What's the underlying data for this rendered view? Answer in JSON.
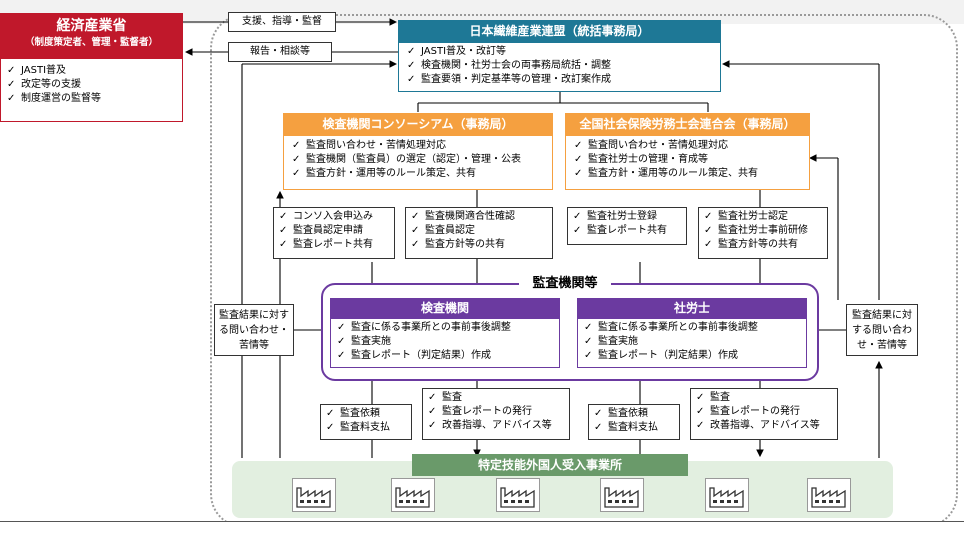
{
  "meti": {
    "title": "経済産業省",
    "subtitle": "（制度策定者、管理・監督者）",
    "items": [
      "JASTI普及",
      "改定等の支援",
      "制度運営の監督等"
    ]
  },
  "flow_labels": {
    "support": "支援、指導・監督",
    "report": "報告・相談等"
  },
  "nihon": {
    "title": "日本繊維産業連盟（統括事務局）",
    "items": [
      "JASTI普及・改訂等",
      "検査機関・社労士会の両事務局統括・調整",
      "監査要領・判定基準等の管理・改訂案作成"
    ]
  },
  "consortium": {
    "title": "検査機関コンソーシアム（事務局）",
    "items": [
      "監査問い合わせ・苦情処理対応",
      "監査機関（監査員）の選定（認定）・管理・公表",
      "監査方針・運用等のルール策定、共有"
    ]
  },
  "sharoushi_kai": {
    "title": "全国社会保険労務士会連合会（事務局）",
    "items": [
      "監査問い合わせ・苦情処理対応",
      "監査社労士の管理・育成等",
      "監査方針・運用等のルール策定、共有"
    ]
  },
  "mid_boxes": {
    "a": [
      "コンソ入会申込み",
      "監査員認定申請",
      "監査レポート共有"
    ],
    "b": [
      "監査機関適合性確認",
      "監査員認定",
      "監査方針等の共有"
    ],
    "c": [
      "監査社労士登録",
      "監査レポート共有"
    ],
    "d": [
      "監査社労士認定",
      "監査社労士事前研修",
      "監査方針等の共有"
    ]
  },
  "kansa_group_title": "監査機関等",
  "inspection": {
    "title": "検査機関",
    "items": [
      "監査に係る事業所との事前事後調整",
      "監査実施",
      "監査レポート（判定結果）作成"
    ]
  },
  "sharoushi": {
    "title": "社労士",
    "items": [
      "監査に係る事業所との事前事後調整",
      "監査実施",
      "監査レポート（判定結果）作成"
    ]
  },
  "side_boxes": {
    "left": "監査結果に対する問い合わせ・苦情等",
    "right": "監査結果に対する問い合わせ・苦情等"
  },
  "low_boxes": {
    "request1": [
      "監査依頼",
      "監査料支払"
    ],
    "result1": [
      "監査",
      "監査レポートの発行",
      "改善指導、アドバイス等"
    ],
    "request2": [
      "監査依頼",
      "監査料支払"
    ],
    "result2": [
      "監査",
      "監査レポートの発行",
      "改善指導、アドバイス等"
    ]
  },
  "business": {
    "title": "特定技能外国人受入事業所",
    "factory_count": 6
  },
  "check_mark": "✓",
  "colors": {
    "meti": "#c0182b",
    "nihon": "#1e7896",
    "orange": "#f5a040",
    "purple": "#6b3aa0",
    "green": "#6a9a6a",
    "green_bg": "#e2efe0"
  }
}
